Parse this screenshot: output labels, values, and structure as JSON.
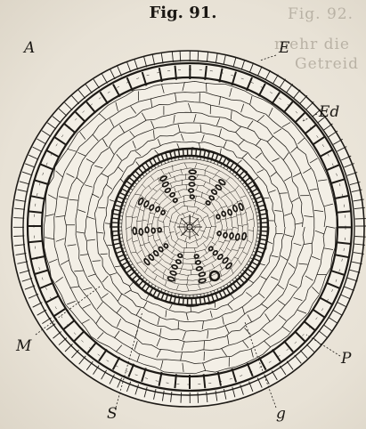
{
  "figure": {
    "title": "Fig. 91.",
    "labels": {
      "A": "A",
      "E": "E",
      "Ed": "Ed",
      "M": "M",
      "P": "P",
      "S": "S",
      "g": "g"
    }
  },
  "background_text": {
    "line1": "Fig. 92.",
    "line2": "mehr die",
    "line3": "Getreid"
  }
}
